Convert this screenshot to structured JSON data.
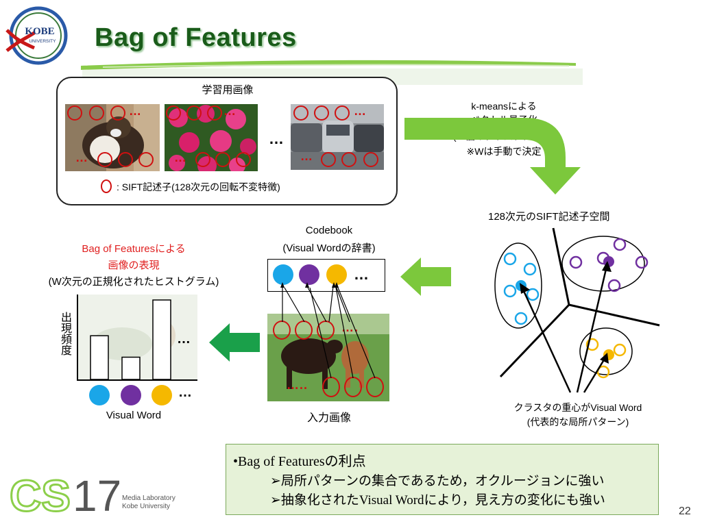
{
  "slide": {
    "title": "Bag of Features",
    "page_number": "22",
    "logo_kobe": {
      "top": "KOBE",
      "bottom": "UNIVERSITY"
    },
    "logo_cs17": {
      "mark": "CS17",
      "line1": "Media Laboratory",
      "line2": "Kobe University"
    }
  },
  "training": {
    "title": "学習用画像",
    "legend": ": SIFT記述子(128次元の回転不変特徴)",
    "ellipsis": "…"
  },
  "kmeans": {
    "lines": [
      "k-meansによる",
      "ベクトル量子化",
      "(W個のクラスタに分割)",
      "※Wは手動で決定"
    ]
  },
  "feature_space": {
    "title": "128次元のSIFT記述子空間",
    "caption_line1": "クラスタの重心がVisual Word",
    "caption_line2": "(代表的な局所パターン)"
  },
  "codebook": {
    "title_line1": "Codebook",
    "title_line2": "(Visual Wordの辞書)",
    "ellipsis": "…"
  },
  "input_image": {
    "caption": "入力画像"
  },
  "histogram": {
    "title_line1": "Bag of Featuresによる",
    "title_line2": "画像の表現",
    "title_line3": "(W次元の正規化されたヒストグラム)",
    "ylabel": "出現頻度",
    "xlabel": "Visual Word",
    "ellipsis": "…",
    "bars": [
      0.55,
      0.28,
      1.0
    ]
  },
  "benefits": {
    "heading": "•Bag of Featuresの利点",
    "items": [
      "➢局所パターンの集合であるため，オクルージョンに強い",
      "➢抽象化されたVisual Wordにより，見え方の変化にも強い"
    ]
  },
  "colors": {
    "title_green": "#1a5c1a",
    "descriptor_red": "#d01010",
    "histogram_title_red": "#e02020",
    "arrow_green": "#7cc83c",
    "arrow_dark_green": "#1aa04a",
    "word_blue": "#1aa6e8",
    "word_purple": "#7030a0",
    "word_yellow": "#f5b800"
  }
}
